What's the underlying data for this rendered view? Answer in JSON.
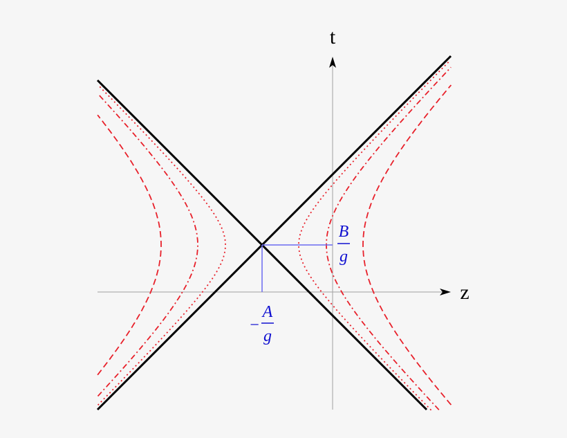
{
  "diagram": {
    "axis_labels": {
      "t": "t",
      "z": "z"
    },
    "blue_labels": {
      "B_numerator": "B",
      "B_denominator": "g",
      "A_sign": "−",
      "A_numerator": "A",
      "A_denominator": "g"
    },
    "colors": {
      "background": "#f6f6f6",
      "axes": "#a0a0a0",
      "light_cone": "#000000",
      "hyperbolas": "#e8202a",
      "offset_lines": "#6a6af0",
      "labels": "#1010d0"
    },
    "hyperbola_styles": [
      "dotted",
      "dash-dot",
      "dashed"
    ]
  }
}
